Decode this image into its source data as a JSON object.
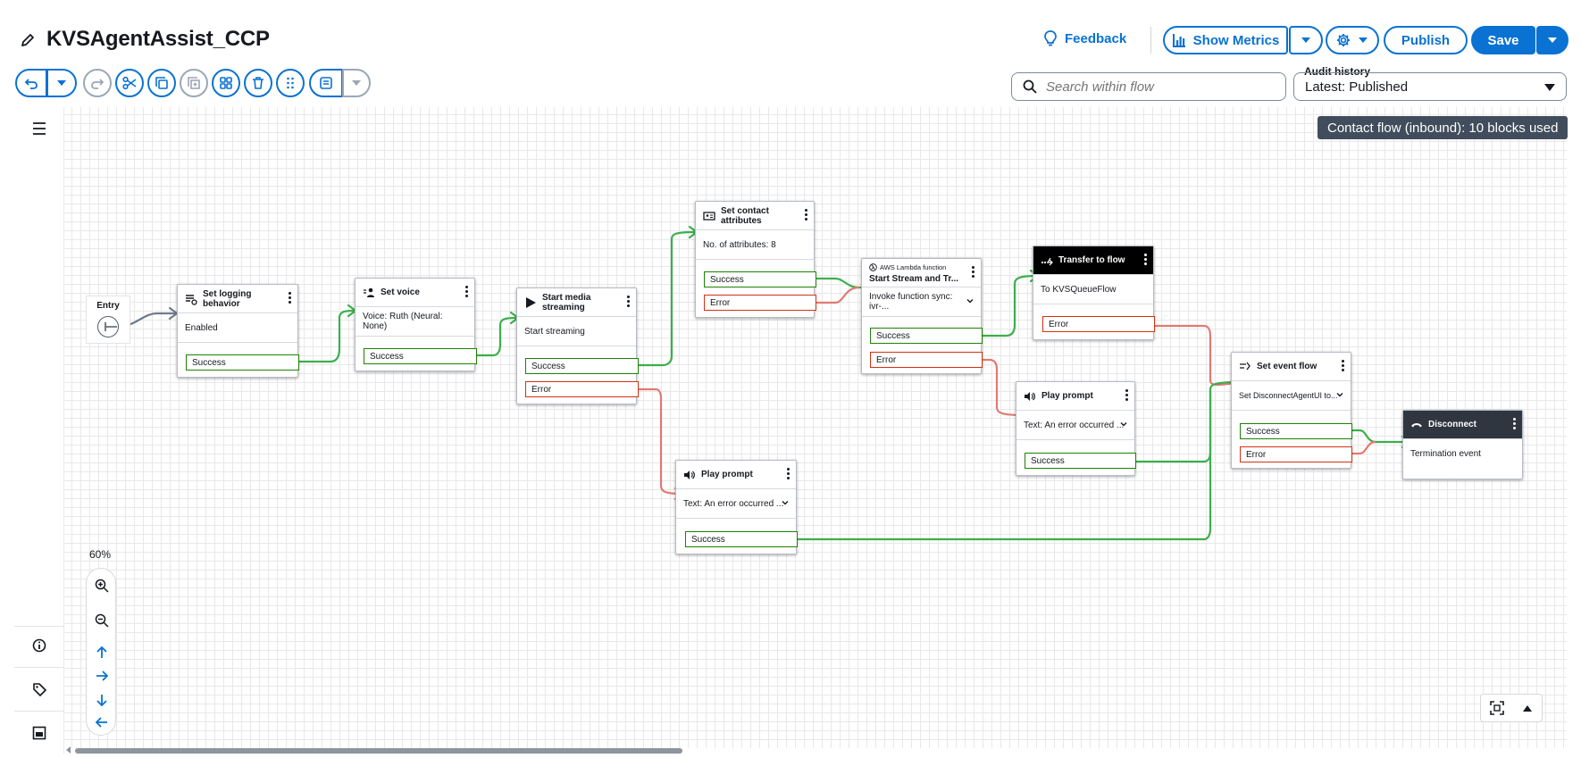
{
  "header": {
    "title": "KVSAgentAssist_CCP",
    "feedback_label": "Feedback",
    "show_metrics_label": "Show Metrics",
    "publish_label": "Publish",
    "save_label": "Save"
  },
  "search": {
    "placeholder": "Search within flow"
  },
  "audit": {
    "label": "Audit history",
    "value": "Latest: Published"
  },
  "banner": "Contact flow (inbound): 10 blocks used",
  "zoom": {
    "level": "60%"
  },
  "entry": {
    "label": "Entry"
  },
  "blocks": {
    "set_logging": {
      "title": "Set logging behavior",
      "body": "Enabled",
      "success": "Success"
    },
    "set_voice": {
      "title": "Set voice",
      "body": "Voice: Ruth (Neural: None)",
      "success": "Success"
    },
    "media_streaming": {
      "title": "Start media streaming",
      "body": "Start streaming",
      "success": "Success",
      "error": "Error"
    },
    "contact_attributes": {
      "title": "Set contact attributes",
      "body": "No. of attributes: 8",
      "success": "Success",
      "error": "Error"
    },
    "lambda": {
      "subtitle": "AWS Lambda function",
      "title": "Start Stream and Tr...",
      "body": "Invoke function sync: ivr-...",
      "success": "Success",
      "error": "Error"
    },
    "transfer": {
      "title": "Transfer to flow",
      "body": "To KVSQueueFlow",
      "error": "Error"
    },
    "play_prompt_1": {
      "title": "Play prompt",
      "body": "Text: An error occurred ...",
      "success": "Success"
    },
    "play_prompt_2": {
      "title": "Play prompt",
      "body": "Text: An error occurred ...",
      "success": "Success"
    },
    "event_flow": {
      "title": "Set event flow",
      "body": "Set DisconnectAgentUI to...",
      "success": "Success",
      "error": "Error"
    },
    "disconnect": {
      "title": "Disconnect",
      "body": "Termination event"
    }
  },
  "colors": {
    "accent": "#0972d3",
    "success": "#1d8102",
    "error": "#d13212",
    "wire_success": "#3dae4c",
    "wire_error": "#e07a72"
  }
}
